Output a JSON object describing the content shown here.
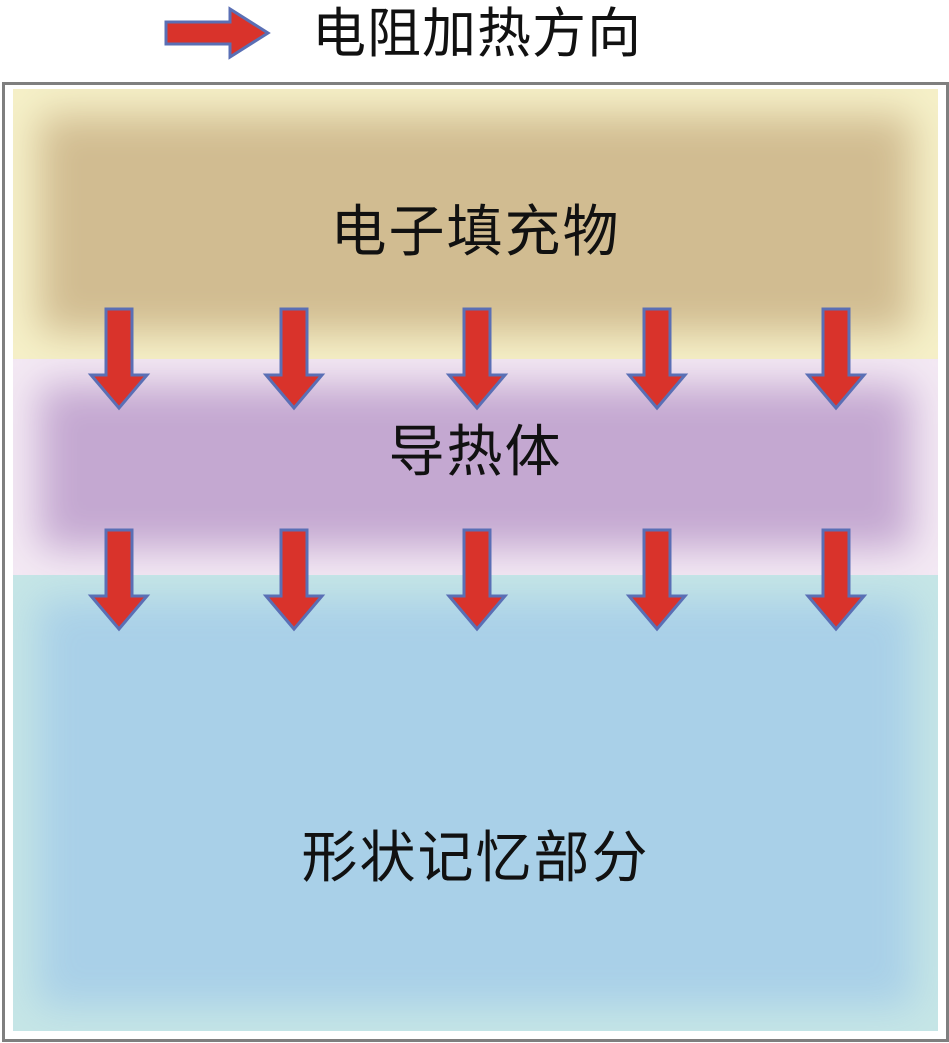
{
  "legend": {
    "label": "电阻加热方向",
    "arrow_icon": "right-arrow-icon"
  },
  "layers": {
    "filler": {
      "label": "电子填充物"
    },
    "conductor": {
      "label": "导热体"
    },
    "memory": {
      "label": "形状记忆部分"
    }
  },
  "arrow_icon": "down-arrow-icon",
  "colors": {
    "arrow_fill": "#d9332b",
    "arrow_stroke": "#5a6fb5",
    "filler": "#d1bc91",
    "conductor": "#c4a8d1",
    "memory": "#a9d0e8"
  }
}
